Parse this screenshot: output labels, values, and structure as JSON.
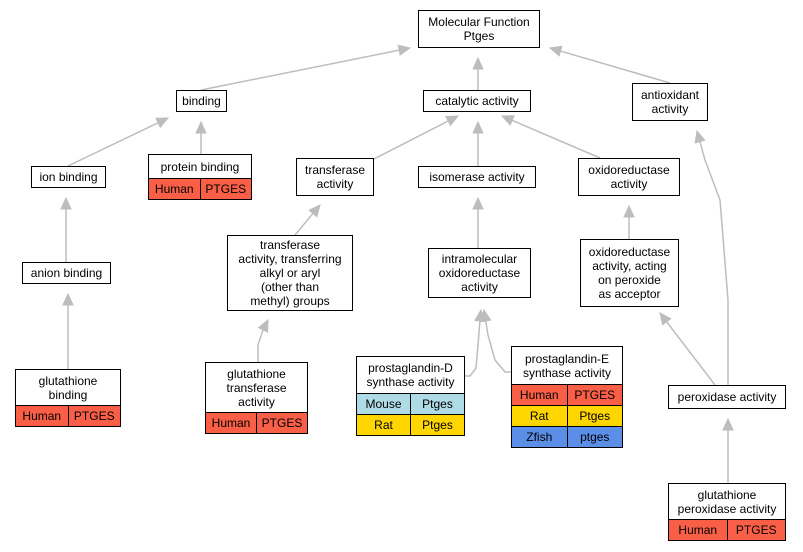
{
  "colors": {
    "Human": "#f95e46",
    "Mouse": "#aedbe5",
    "Rat": "#ffd600",
    "Zfish": "#5b8ee6",
    "edge": "#bdbdbd"
  },
  "nodes": {
    "mf": {
      "label": [
        "Molecular Function",
        "Ptges"
      ]
    },
    "binding": {
      "label": [
        "binding"
      ]
    },
    "catalytic": {
      "label": [
        "catalytic activity"
      ]
    },
    "antioxidant": {
      "label": [
        "antioxidant",
        "activity"
      ]
    },
    "ion_binding": {
      "label": [
        "ion binding"
      ]
    },
    "protein_binding": {
      "label": [
        "protein binding"
      ],
      "orgs": [
        [
          "Human",
          "PTGES"
        ]
      ]
    },
    "transferase": {
      "label": [
        "transferase",
        "activity"
      ]
    },
    "isomerase": {
      "label": [
        "isomerase activity"
      ]
    },
    "oxidoreductase": {
      "label": [
        "oxidoreductase",
        "activity"
      ]
    },
    "anion_binding": {
      "label": [
        "anion binding"
      ]
    },
    "transferase_alkyl": {
      "label": [
        "transferase",
        "activity, transferring",
        "alkyl or aryl",
        "(other than",
        "methyl) groups"
      ]
    },
    "intramolecular": {
      "label": [
        "intramolecular",
        "oxidoreductase",
        "activity"
      ]
    },
    "oxido_peroxide": {
      "label": [
        "oxidoreductase",
        "activity, acting",
        "on peroxide",
        "as acceptor"
      ]
    },
    "glutathione_binding": {
      "label": [
        "glutathione",
        "binding"
      ],
      "orgs": [
        [
          "Human",
          "PTGES"
        ]
      ]
    },
    "gst": {
      "label": [
        "glutathione",
        "transferase",
        "activity"
      ],
      "orgs": [
        [
          "Human",
          "PTGES"
        ]
      ]
    },
    "pgd": {
      "label": [
        "prostaglandin-D",
        "synthase activity"
      ],
      "orgs": [
        [
          "Mouse",
          "Ptges"
        ],
        [
          "Rat",
          "Ptges"
        ]
      ]
    },
    "pge": {
      "label": [
        "prostaglandin-E",
        "synthase activity"
      ],
      "orgs": [
        [
          "Human",
          "PTGES"
        ],
        [
          "Rat",
          "Ptges"
        ],
        [
          "Zfish",
          "ptges"
        ]
      ]
    },
    "peroxidase": {
      "label": [
        "peroxidase activity"
      ]
    },
    "gpx": {
      "label": [
        "glutathione",
        "peroxidase activity"
      ],
      "orgs": [
        [
          "Human",
          "PTGES"
        ]
      ]
    }
  }
}
